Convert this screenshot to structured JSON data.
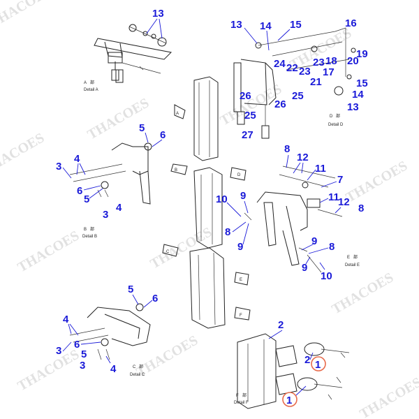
{
  "watermark": "THACOES",
  "details": {
    "a": "Detail A",
    "b": "Detail B",
    "c": "Detail C",
    "d": "Detail D",
    "e": "Detail E",
    "f": "Detail F"
  },
  "view_marks": {
    "a": "A",
    "b": "B",
    "c": "C",
    "d": "D",
    "e": "E",
    "f": "F",
    "suffix": "部"
  },
  "callouts": {
    "c13a": "13",
    "c13b": "13",
    "c13c": "13",
    "c14a": "14",
    "c14b": "14",
    "c15a": "15",
    "c15b": "15",
    "c16": "16",
    "c17": "17",
    "c18": "18",
    "c19": "19",
    "c20": "20",
    "c21": "21",
    "c22": "22",
    "c23a": "23",
    "c23b": "23",
    "c24": "24",
    "c25a": "25",
    "c25b": "25",
    "c26a": "26",
    "c26b": "26",
    "c27": "27",
    "c5a": "5",
    "c6a": "6",
    "c3a": "3",
    "c4a": "4",
    "c6b": "6",
    "c5b": "5",
    "c3b": "3",
    "c4b": "4",
    "c5c": "5",
    "c6c": "6",
    "c4c": "4",
    "c6d": "6",
    "c3c": "3",
    "c5d": "5",
    "c3d": "3",
    "c4d": "4",
    "c8a": "8",
    "c12a": "12",
    "c11a": "11",
    "c7": "7",
    "c11b": "11",
    "c12b": "12",
    "c8b": "8",
    "c9a": "9",
    "c10a": "10",
    "c8c": "8",
    "c9b": "9",
    "c9c": "9",
    "c8d": "8",
    "c9d": "9",
    "c10b": "10",
    "c2a": "2",
    "c2b": "2",
    "c1a": "1",
    "c1b": "1"
  },
  "colors": {
    "callout": "#1a1ad8",
    "highlight": "#e86a4a",
    "line": "#222222"
  }
}
